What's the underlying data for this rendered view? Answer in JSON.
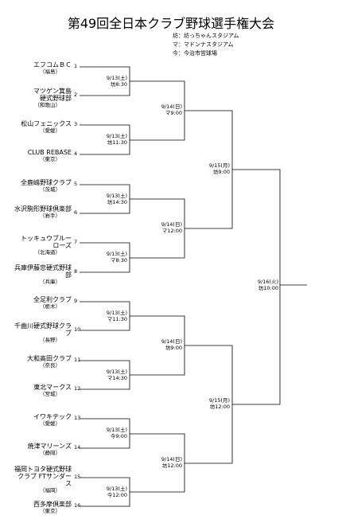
{
  "title": "第49回全日本クラブ野球選手権大会",
  "venues": [
    "坊：坊っちゃんスタジアム",
    "マ：マドンナスタジアム",
    "今：今治市営球場"
  ],
  "teams": [
    {
      "num": "1",
      "name": "エフコムＢＣ",
      "pref": "（福島）"
    },
    {
      "num": "2",
      "name": "マツゲン箕島硬式野球部",
      "pref": "（和歌山）"
    },
    {
      "num": "3",
      "name": "松山フェニックス",
      "pref": "（愛媛）"
    },
    {
      "num": "4",
      "name": "CLUB REBASE",
      "pref": "（東京）"
    },
    {
      "num": "5",
      "name": "全鹿嶋野球クラブ",
      "pref": "（茨城）"
    },
    {
      "num": "6",
      "name": "水沢駒形野球倶楽部",
      "pref": "（岩手）"
    },
    {
      "num": "7",
      "name": "トッキュウブルーローズ",
      "pref": "（北海道）"
    },
    {
      "num": "8",
      "name": "兵庫伊藤忠硬式野球部",
      "pref": "（兵庫）"
    },
    {
      "num": "9",
      "name": "全足利クラブ",
      "pref": "（栃木）"
    },
    {
      "num": "10",
      "name": "千曲川硬式野球クラブ",
      "pref": "（長野）"
    },
    {
      "num": "11",
      "name": "大和高田クラブ",
      "pref": "（奈良）"
    },
    {
      "num": "12",
      "name": "東北マークス",
      "pref": "（宮城）"
    },
    {
      "num": "13",
      "name": "イワキテック",
      "pref": "（愛媛）"
    },
    {
      "num": "14",
      "name": "焼津マリーンズ",
      "pref": "（静岡）"
    },
    {
      "num": "15",
      "name": "福岡トヨタ硬式野球クラブ FTサンダース",
      "pref": "（福岡）"
    },
    {
      "num": "16",
      "name": "西多摩倶楽部",
      "pref": "（東京）"
    }
  ],
  "matches": {
    "r1": [
      {
        "date": "9/13(土)",
        "time": "坊8:30"
      },
      {
        "date": "9/13(土)",
        "time": "坊11:30"
      },
      {
        "date": "9/13(土)",
        "time": "坊14:30"
      },
      {
        "date": "9/13(土)",
        "time": "マ8:30"
      },
      {
        "date": "9/13(土)",
        "time": "マ11:30"
      },
      {
        "date": "9/13(土)",
        "time": "マ14:30"
      },
      {
        "date": "9/13(土)",
        "time": "今9:00"
      },
      {
        "date": "9/13(土)",
        "time": "今12:00"
      }
    ],
    "r2": [
      {
        "date": "9/14(日)",
        "time": "マ9:00"
      },
      {
        "date": "9/14(日)",
        "time": "マ12:00"
      },
      {
        "date": "9/14(日)",
        "time": "坊9:00"
      },
      {
        "date": "9/14(日)",
        "time": "坊12:00"
      }
    ],
    "sf": [
      {
        "date": "9/15(月)",
        "time": "坊9:00"
      },
      {
        "date": "9/15(月)",
        "time": "坊12:00"
      }
    ],
    "final": [
      {
        "date": "9/16(火)",
        "time": "坊10:00"
      }
    ]
  }
}
